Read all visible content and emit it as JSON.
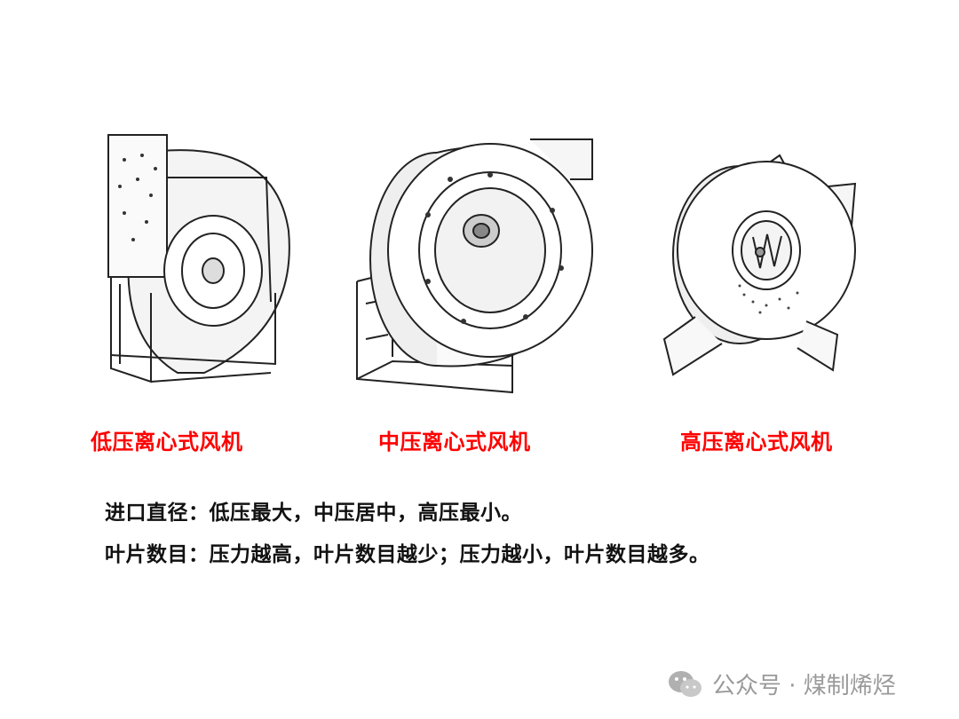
{
  "fans": [
    {
      "label": "低压离心式风机",
      "image": "low-pressure-centrifugal-fan-drawing"
    },
    {
      "label": "中压离心式风机",
      "image": "medium-pressure-centrifugal-fan-drawing"
    },
    {
      "label": "高压离心式风机",
      "image": "high-pressure-centrifugal-fan-drawing"
    }
  ],
  "notes": [
    "进口直径：低压最大，中压居中，高压最小。",
    "叶片数目：压力越高，叶片数目越少；压力越小，叶片数目越多。"
  ],
  "colors": {
    "caption": "#ff0000",
    "text": "#111111",
    "watermark": "#9a9a9a"
  },
  "watermark": {
    "icon": "wechat-icon",
    "text": "公众号 · 煤制烯烃"
  }
}
